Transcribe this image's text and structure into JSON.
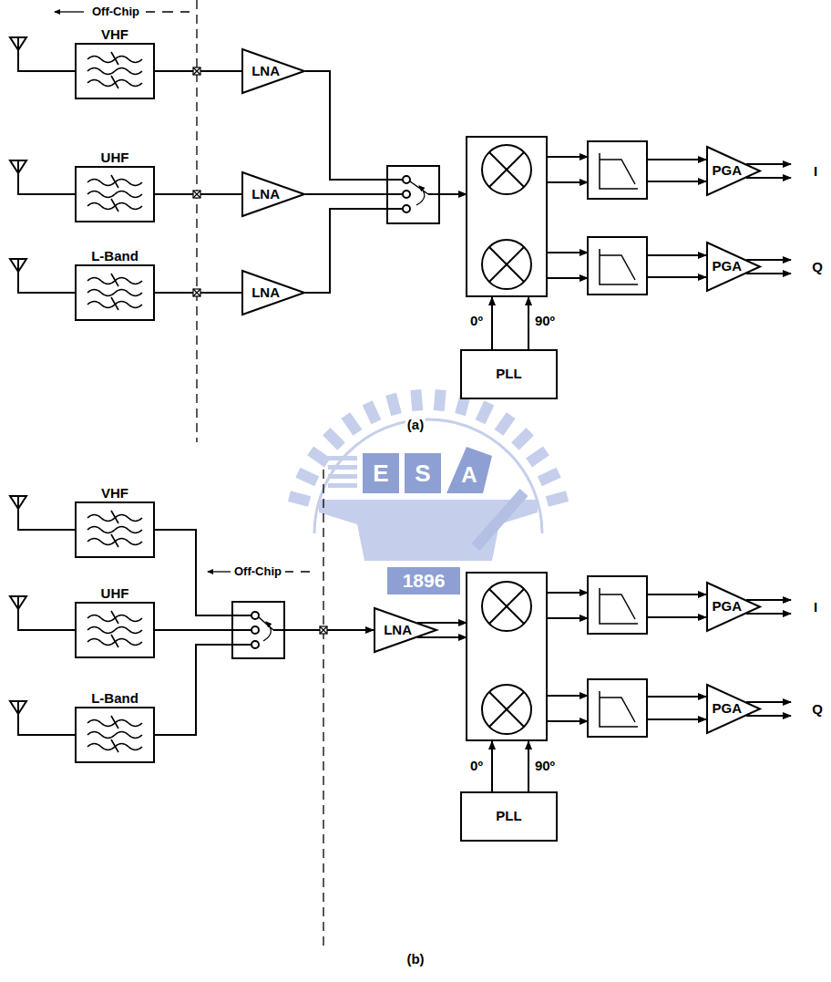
{
  "diagram": {
    "nodes": [
      {
        "text": [
          "VHF"
        ]
      },
      {
        "text": [
          "UHF"
        ]
      },
      {
        "text": [
          "L-Band"
        ]
      },
      {
        "text": [
          "LNA"
        ]
      },
      {
        "text": [
          "LNA"
        ]
      },
      {
        "text": [
          "LNA"
        ]
      },
      {
        "text": [
          "PGA"
        ]
      },
      {
        "text": [
          "PGA"
        ]
      },
      {
        "text": [
          "PLL"
        ]
      },
      {
        "text": [
          "VHF"
        ]
      },
      {
        "text": [
          "UHF"
        ]
      },
      {
        "text": [
          "L-Band"
        ]
      },
      {
        "text": [
          "LNA"
        ]
      },
      {
        "text": [
          "PGA"
        ]
      },
      {
        "text": [
          "PGA"
        ]
      },
      {
        "text": [
          "PLL"
        ]
      }
    ],
    "edges": [
      {
        "from": 0,
        "to": 3,
        "arrow": "none"
      },
      {
        "from": 1,
        "to": 4,
        "arrow": "none"
      },
      {
        "from": 2,
        "to": 5,
        "arrow": "none"
      }
    ],
    "labels": [
      "Off-Chip",
      "0º",
      "90º",
      "I",
      "Q",
      "(a)",
      "E",
      "S",
      "A",
      "1896",
      "Off-Chip",
      "0º",
      "90º",
      "I",
      "Q",
      "(b)"
    ]
  }
}
